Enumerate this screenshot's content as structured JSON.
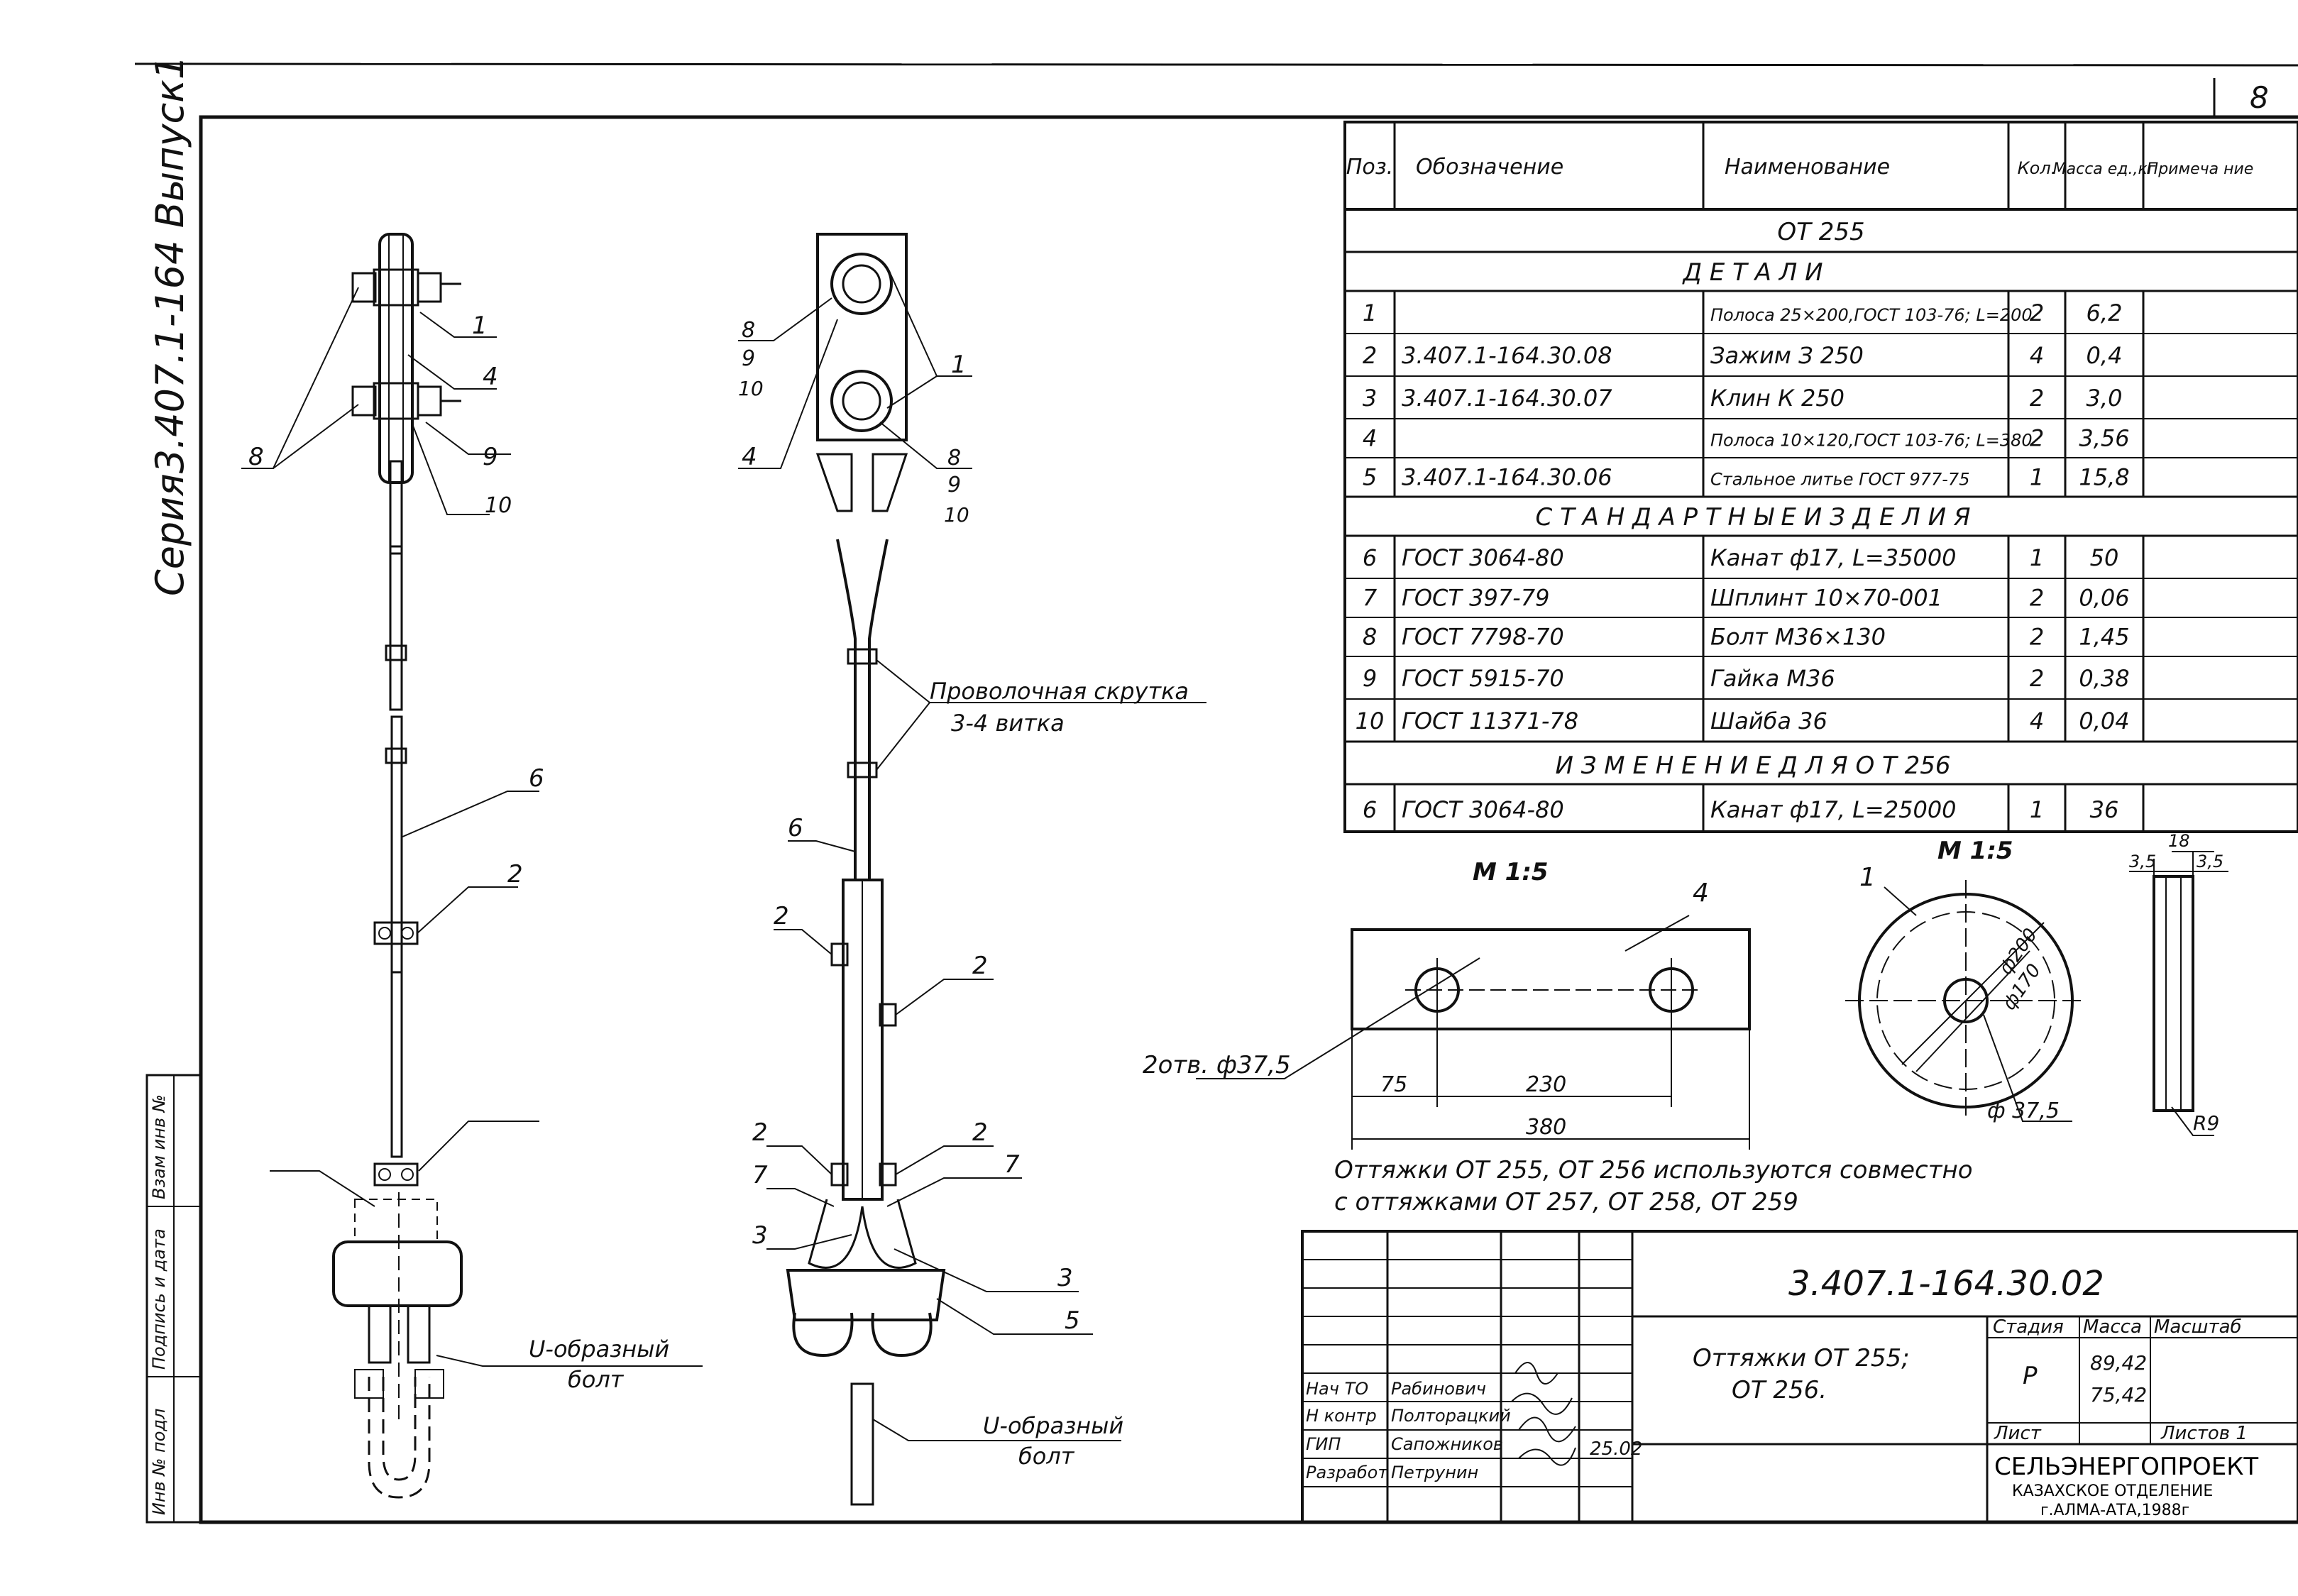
{
  "page_number": "8",
  "series_text": "Серия3.407.1-164 Выпуск1",
  "side_stamp": [
    "Инв № подл",
    "Подпись и дата",
    "Взам инв №"
  ],
  "spec_table": {
    "headers": [
      "Поз.",
      "Обозначение",
      "Наименование",
      "Кол.",
      "Масса ед.,кг",
      "Примеча ние"
    ],
    "title": "ОТ 255",
    "sections": [
      {
        "heading": "Д Е Т А Л И",
        "rows": [
          [
            "1",
            "",
            "Полоса 25×200,ГОСТ 103-76; L=200",
            "2",
            "6,2",
            ""
          ],
          [
            "2",
            "3.407.1-164.30.08",
            "Зажим З 250",
            "4",
            "0,4",
            ""
          ],
          [
            "3",
            "3.407.1-164.30.07",
            "Клин К 250",
            "2",
            "3,0",
            ""
          ],
          [
            "4",
            "",
            "Полоса 10×120,ГОСТ 103-76; L=380",
            "2",
            "3,56",
            ""
          ],
          [
            "5",
            "3.407.1-164.30.06",
            "Стальное литье ГОСТ 977-75",
            "1",
            "15,8",
            ""
          ]
        ]
      },
      {
        "heading": "С Т А Н Д А Р Т Н Ы Е   И З Д Е Л И Я",
        "rows": [
          [
            "6",
            "ГОСТ 3064-80",
            "Канат ф17, L=35000",
            "1",
            "50",
            ""
          ],
          [
            "7",
            "ГОСТ 397-79",
            "Шплинт 10×70-001",
            "2",
            "0,06",
            ""
          ],
          [
            "8",
            "ГОСТ 7798-70",
            "Болт М36×130",
            "2",
            "1,45",
            ""
          ],
          [
            "9",
            "ГОСТ 5915-70",
            "Гайка М36",
            "2",
            "0,38",
            ""
          ],
          [
            "10",
            "ГОСТ 11371-78",
            "Шайба 36",
            "4",
            "0,04",
            ""
          ]
        ]
      },
      {
        "heading": "И З М Е Н Е Н И Е   Д Л Я   О Т 256",
        "rows": [
          [
            "6",
            "ГОСТ 3064-80",
            "Канат ф17, L=25000",
            "1",
            "36",
            ""
          ]
        ]
      }
    ]
  },
  "callouts_left": [
    "1",
    "4",
    "8",
    "9",
    "10",
    "6",
    "2"
  ],
  "callouts_center": [
    "8",
    "9",
    "10",
    "1",
    "4",
    "8",
    "9",
    "10",
    "6",
    "2",
    "2",
    "2",
    "2",
    "7",
    "7",
    "3",
    "3",
    "5"
  ],
  "twist_label": [
    "Проволочная скрутка",
    "3-4 витка"
  ],
  "u_bolt_label": [
    "U-образный",
    "болт"
  ],
  "detail4": {
    "scale": "М 1:5",
    "pos": "4",
    "holes": "2отв. ф37,5",
    "dims": [
      "75",
      "230",
      "380"
    ]
  },
  "detail1": {
    "scale": "М 1:5",
    "pos": "1",
    "dims": [
      "ф200",
      "ф170",
      "ф 37,5",
      "18",
      "3,5",
      "3,5",
      "R9"
    ]
  },
  "note": [
    "Оттяжки ОТ 255, ОТ 256 используются совместно",
    "с оттяжками ОТ 257, ОТ 258, ОТ 259"
  ],
  "title_block": {
    "doc_number": "3.407.1-164.30.02",
    "name": [
      "Оттяжки ОТ 255;",
      "ОТ 256."
    ],
    "roles": [
      "Нач ТО",
      "Н контр",
      "ГИП",
      "Разработ"
    ],
    "people": [
      "Рабинович",
      "Полторацкий",
      "Сапожников",
      "Петрунин"
    ],
    "date": "25.02",
    "stage_header": [
      "Стадия",
      "Масса",
      "Масштаб"
    ],
    "stage": "Р",
    "mass": [
      "89,42",
      "75,42"
    ],
    "sheet_label": "Лист",
    "sheets_label": "Листов 1",
    "org": "СЕЛЬЭНЕРГОПРОЕКТ",
    "org_sub": "КАЗАХСКОЕ ОТДЕЛЕНИЕ",
    "org_city": "г.АЛМА-АТА,1988г"
  }
}
